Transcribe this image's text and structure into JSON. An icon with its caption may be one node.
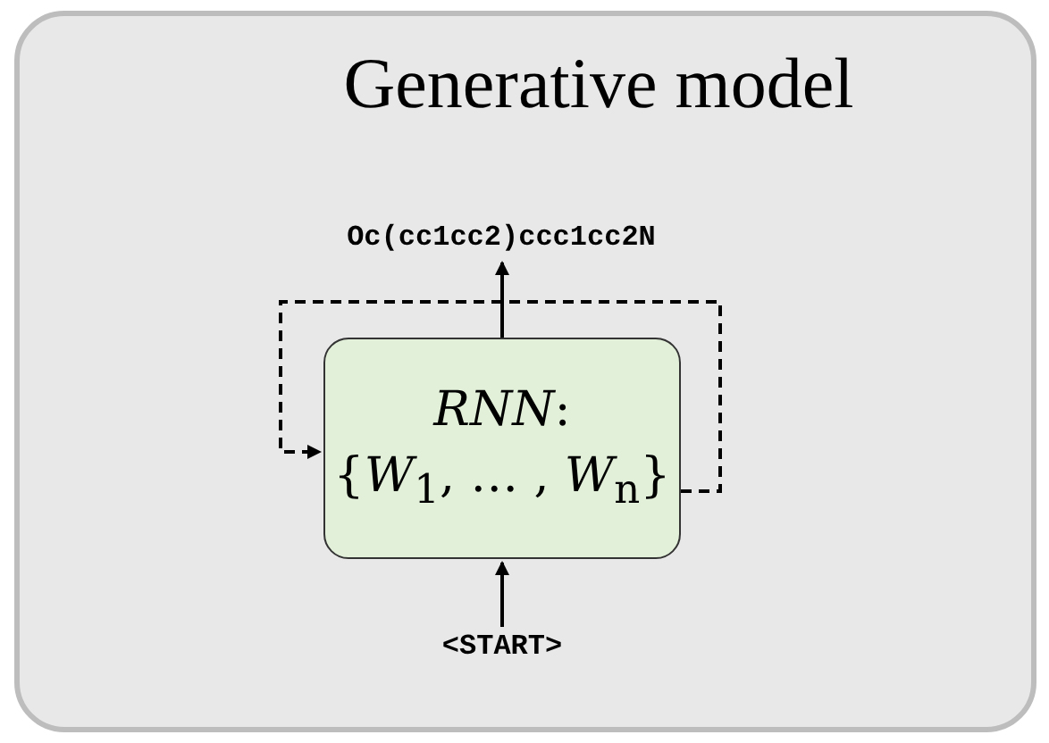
{
  "diagram": {
    "nodes": [
      {
        "text": [
          "Generative model"
        ]
      },
      {
        "text": [
          "Oc(cc1cc2)ccc1cc2N"
        ],
        "in": 0
      },
      {
        "text": [
          "*RNN*:",
          "{*W*$_{1}$, … , *W*$_{n}$}"
        ],
        "in": 0
      },
      {
        "text": [
          "<START>"
        ],
        "in": 0
      }
    ],
    "edges": [
      {
        "from": 3,
        "to": 2,
        "arrow": "to"
      },
      {
        "from": 2,
        "to": 1,
        "arrow": "to"
      },
      {
        "from": 2,
        "to": 2,
        "arrow": "to",
        "style": "dashed"
      }
    ]
  }
}
